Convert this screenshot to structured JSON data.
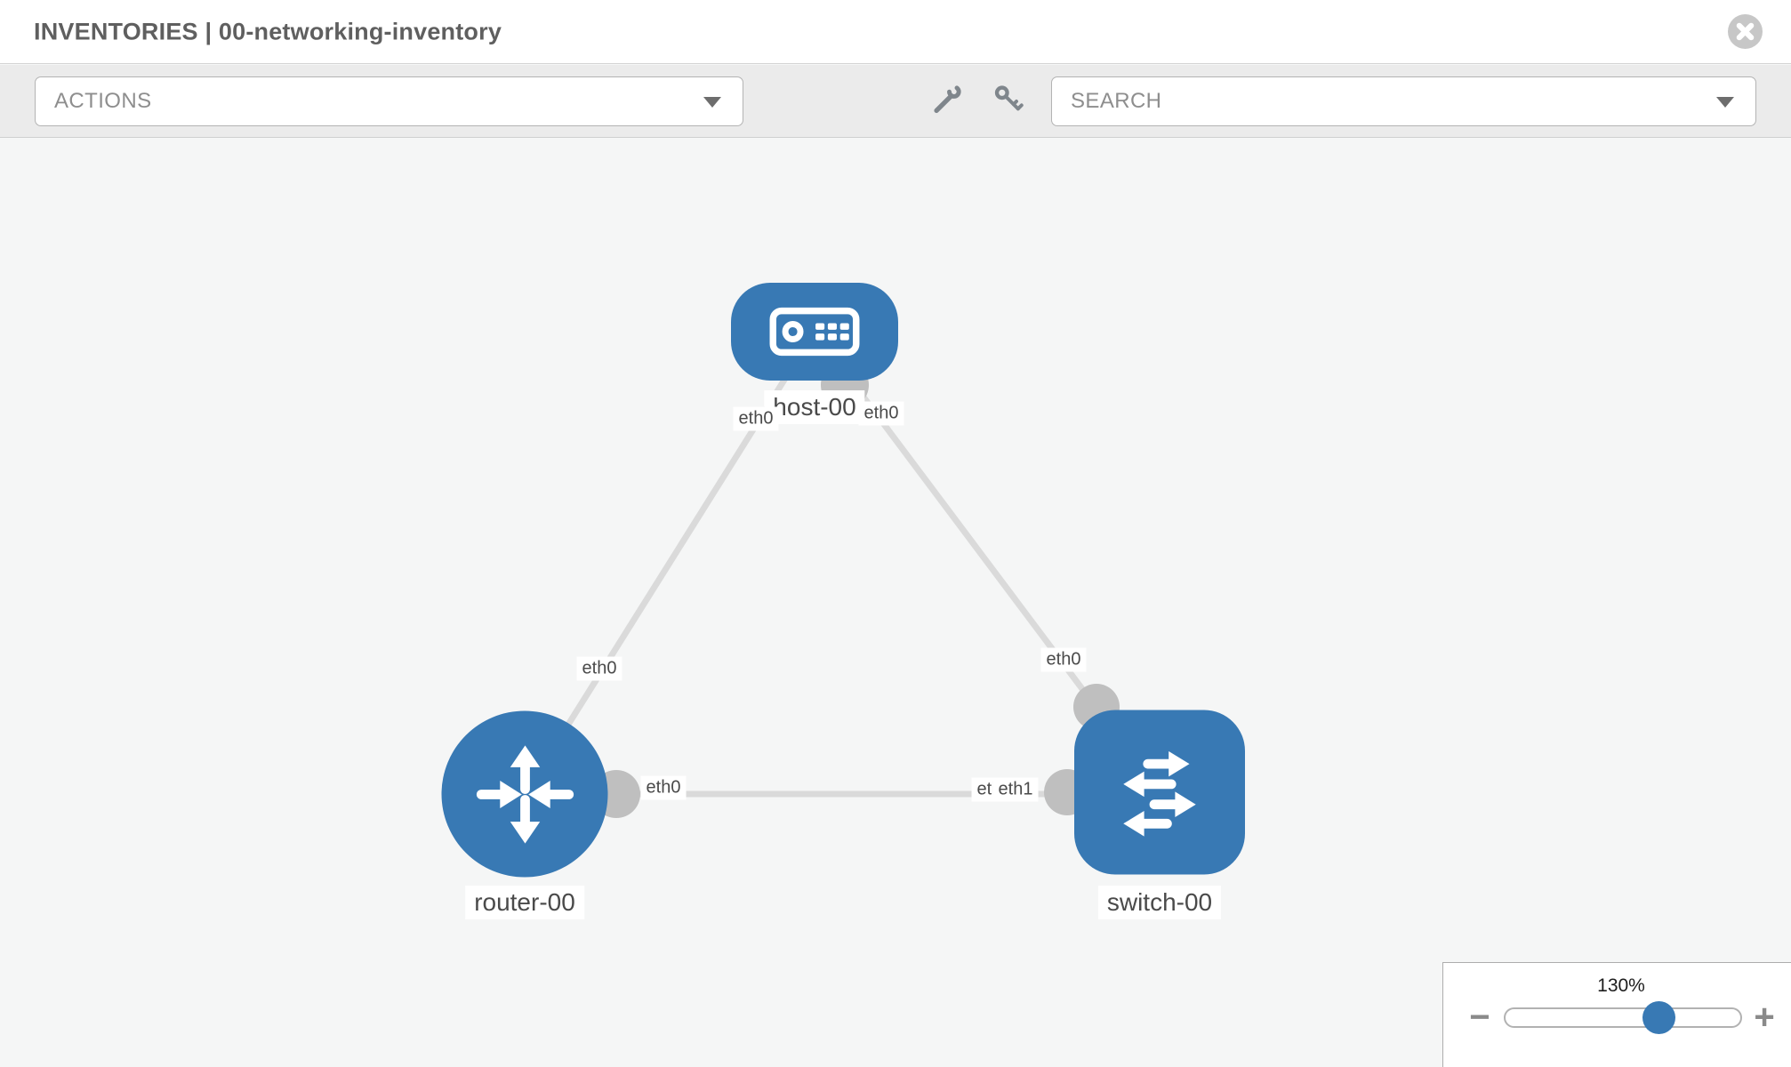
{
  "header": {
    "title": "INVENTORIES | 00-networking-inventory"
  },
  "toolbar": {
    "actions_label": "ACTIONS",
    "search_label": "SEARCH",
    "icons": [
      "wrench",
      "key"
    ]
  },
  "topology": {
    "nodes": [
      {
        "label": "host-00",
        "type": "host",
        "shape": "rounded-rect"
      },
      {
        "label": "router-00",
        "type": "router",
        "shape": "circle"
      },
      {
        "label": "switch-00",
        "type": "switch",
        "shape": "rounded-square"
      }
    ],
    "links": [
      {
        "from": "host-00",
        "to": "router-00",
        "from_port": "eth0",
        "to_port": "eth0"
      },
      {
        "from": "host-00",
        "to": "switch-00",
        "from_port": "eth0",
        "to_port": "eth0"
      },
      {
        "from": "router-00",
        "to": "switch-00",
        "from_port": "eth0",
        "to_port": "eth1"
      }
    ],
    "ports": {
      "host_left": "eth0",
      "host_right": "eth0",
      "router_top": "eth0",
      "switch_top": "eth0",
      "mid_near": "eth0",
      "mid_far_under": "eth0",
      "mid_far_over": "eth1"
    }
  },
  "zoom_control": {
    "level": "130%",
    "minus": "−",
    "plus": "+"
  },
  "colors": {
    "node_blue": "#3879b4",
    "link_gray": "#dadada",
    "port_dot_gray": "#bfbfbf",
    "toolbar_bg": "#ebebeb",
    "canvas_bg": "#f5f6f6"
  }
}
